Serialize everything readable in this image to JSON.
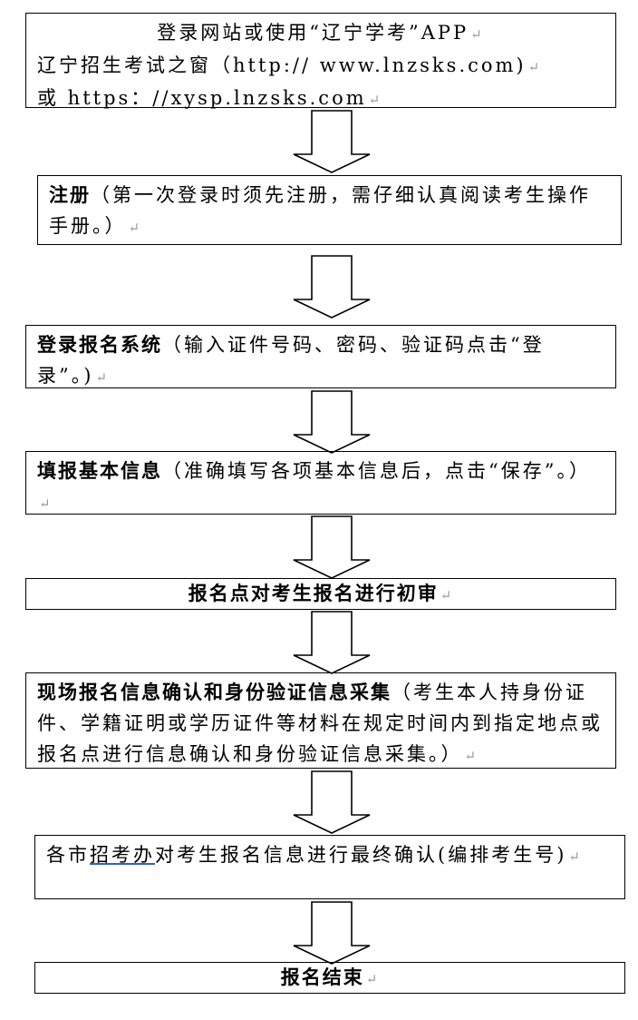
{
  "steps": [
    {
      "lines": [
        "登录网站或使用“辽宁学考”APP",
        "辽宁招生考试之窗（http:// www.lnzsks.com)",
        "或 https：//xysp.lnzsks.com"
      ]
    },
    {
      "bold": "注册",
      "text": "（第一次登录时须先注册，需仔细认真阅读考生操作手册。）"
    },
    {
      "bold": "登录报名系统",
      "text": "（输入证件号码、密码、验证码点击“登录”。)"
    },
    {
      "bold": "填报基本信息",
      "text": "（准确填写各项基本信息后，点击“保存”。）"
    },
    {
      "text": "报名点对考生报名进行初审"
    },
    {
      "bold": "现场报名信息确认和身份验证信息采集",
      "text": "（考生本人持身份证件、学籍证明或学历证件等材料在规定时间内到指定地点或报名点进行信息确认和身份验证信息采集。）"
    },
    {
      "pre": "各市",
      "underlined": "招考办",
      "text": "对考生报名信息进行最终确认(编排考生号)"
    },
    {
      "text": "报名结束"
    }
  ]
}
